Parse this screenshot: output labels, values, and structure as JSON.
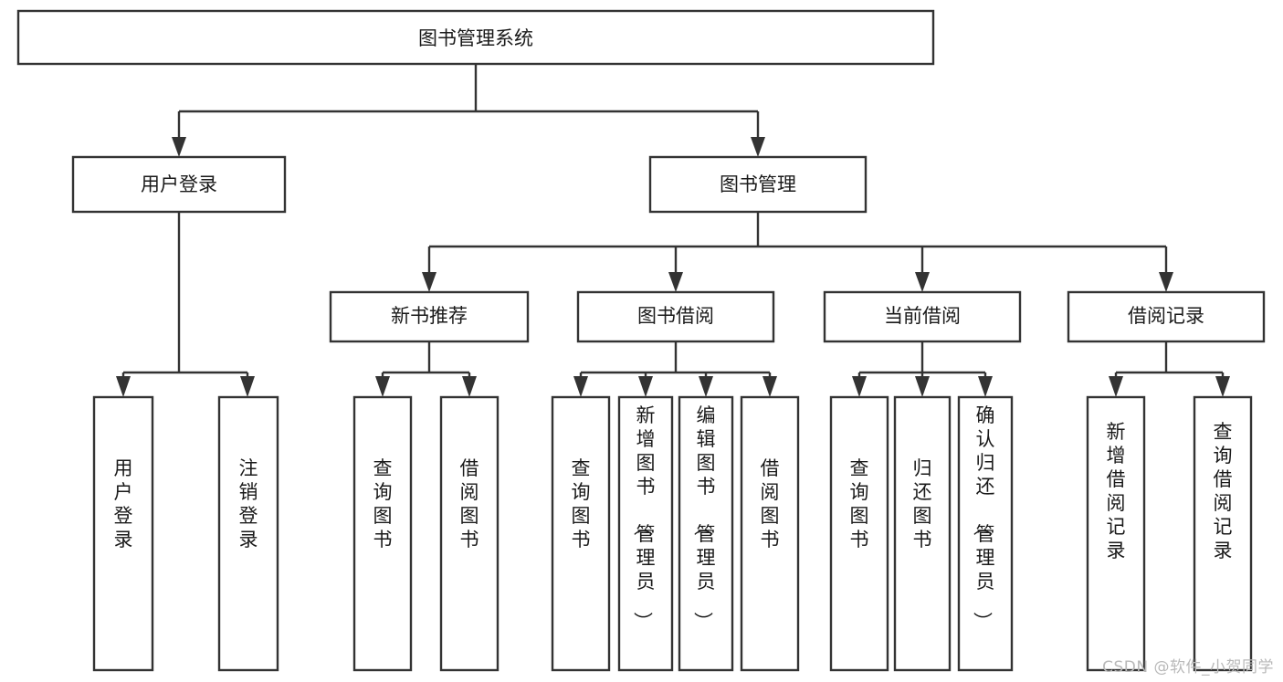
{
  "diagram": {
    "type": "tree-flowchart",
    "title_node": "图书管理系统",
    "watermark": "CSDN @软件_小贺同学",
    "colors": {
      "box_fill": "#ffffff",
      "box_stroke": "#333333",
      "connector": "#333333",
      "text": "#1a1a1a",
      "watermark": "#b9b9b9",
      "background": "#ffffff"
    },
    "levels": {
      "level0": [
        {
          "id": "root",
          "label": "图书管理系统",
          "orientation": "horizontal"
        }
      ],
      "level1": [
        {
          "id": "user-login",
          "label": "用户登录",
          "orientation": "horizontal",
          "parent": "root"
        },
        {
          "id": "book-manage",
          "label": "图书管理",
          "orientation": "horizontal",
          "parent": "root"
        }
      ],
      "level2": [
        {
          "id": "new-book-rec",
          "label": "新书推荐",
          "orientation": "horizontal",
          "parent": "book-manage"
        },
        {
          "id": "book-borrow",
          "label": "图书借阅",
          "orientation": "horizontal",
          "parent": "book-manage"
        },
        {
          "id": "current-borrow",
          "label": "当前借阅",
          "orientation": "horizontal",
          "parent": "book-manage"
        },
        {
          "id": "borrow-record",
          "label": "借阅记录",
          "orientation": "horizontal",
          "parent": "book-manage"
        }
      ],
      "level3": [
        {
          "id": "leaf-user-login",
          "label": "用户登录",
          "orientation": "vertical",
          "parent": "user-login"
        },
        {
          "id": "leaf-logout",
          "label": "注销登录",
          "orientation": "vertical",
          "parent": "user-login"
        },
        {
          "id": "leaf-query-book-1",
          "label": "查询图书",
          "orientation": "vertical",
          "parent": "new-book-rec"
        },
        {
          "id": "leaf-borrow-book-1",
          "label": "借阅图书",
          "orientation": "vertical",
          "parent": "new-book-rec"
        },
        {
          "id": "leaf-query-book-2",
          "label": "查询图书",
          "orientation": "vertical",
          "parent": "book-borrow"
        },
        {
          "id": "leaf-add-book",
          "label": "新增图书（管理员）",
          "orientation": "vertical",
          "parent": "book-borrow"
        },
        {
          "id": "leaf-edit-book",
          "label": "编辑图书（管理员）",
          "orientation": "vertical",
          "parent": "book-borrow"
        },
        {
          "id": "leaf-borrow-book-2",
          "label": "借阅图书",
          "orientation": "vertical",
          "parent": "book-borrow"
        },
        {
          "id": "leaf-query-book-3",
          "label": "查询图书",
          "orientation": "vertical",
          "parent": "current-borrow"
        },
        {
          "id": "leaf-return-book",
          "label": "归还图书",
          "orientation": "vertical",
          "parent": "current-borrow"
        },
        {
          "id": "leaf-confirm-return",
          "label": "确认归还（管理员）",
          "orientation": "vertical",
          "parent": "current-borrow"
        },
        {
          "id": "leaf-add-record",
          "label": "新增借阅记录",
          "orientation": "vertical",
          "parent": "borrow-record"
        },
        {
          "id": "leaf-query-record",
          "label": "查询借阅记录",
          "orientation": "vertical",
          "parent": "borrow-record"
        }
      ]
    }
  }
}
